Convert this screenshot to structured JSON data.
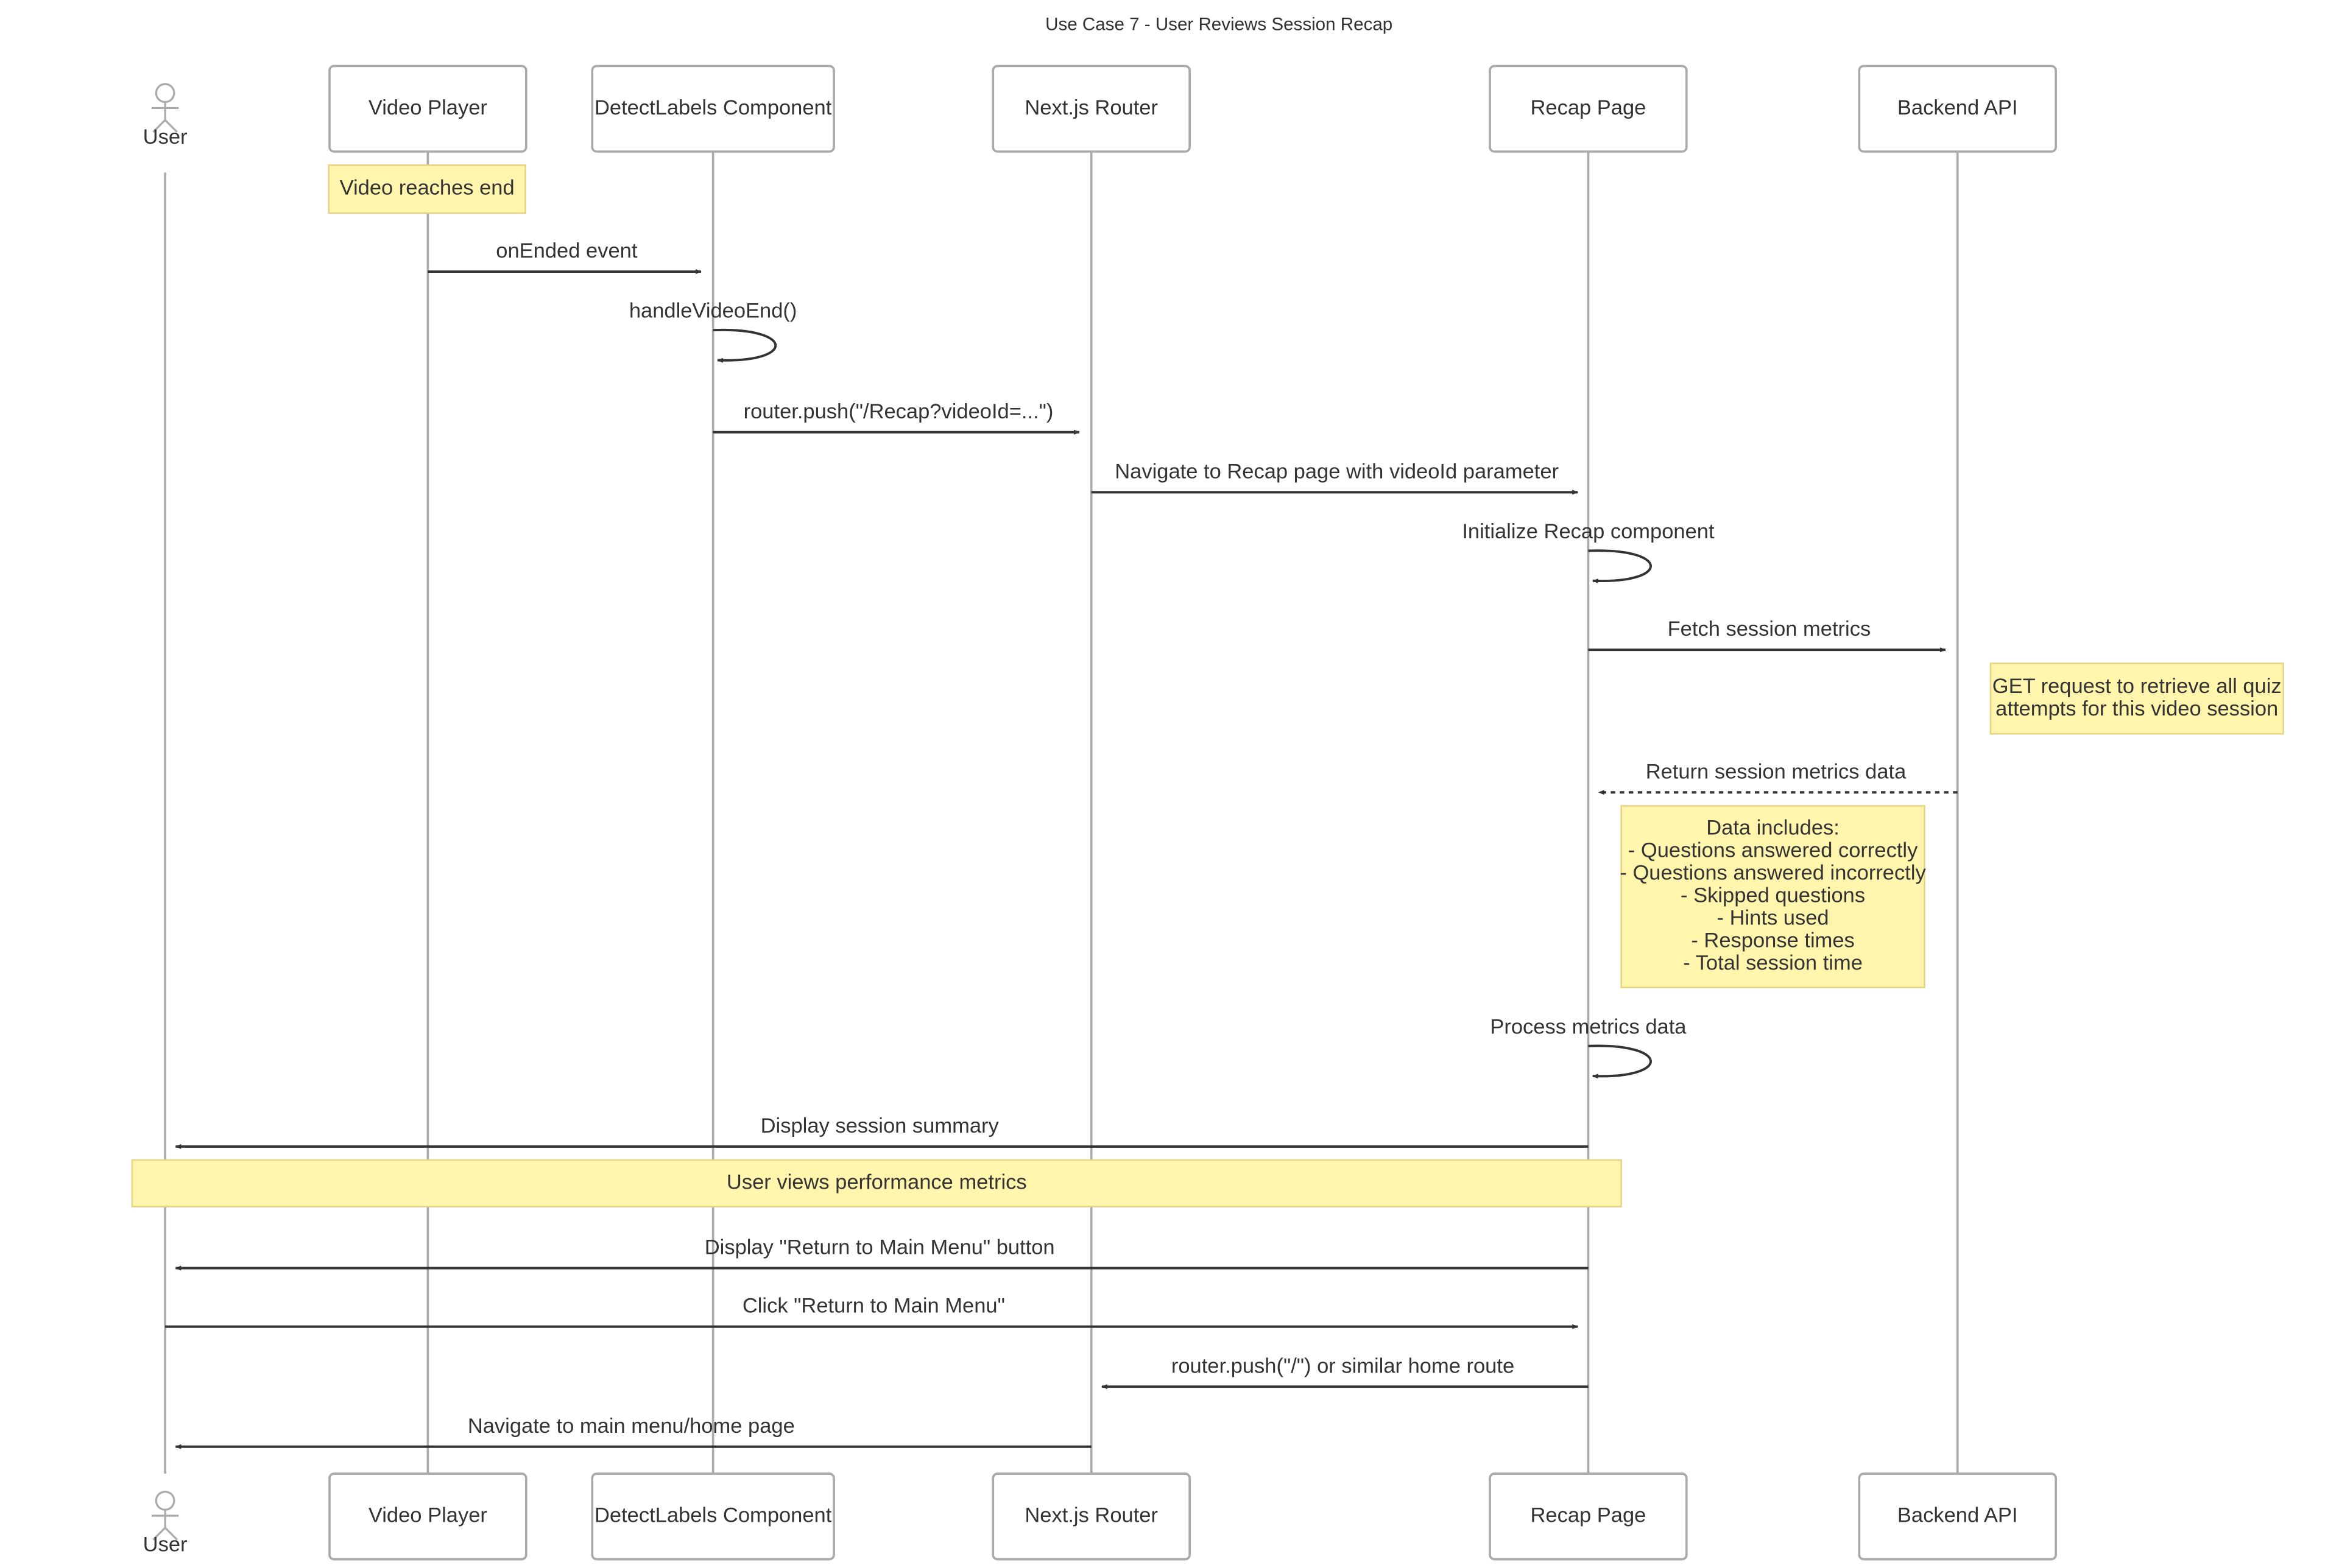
{
  "title": "Use Case 7 - User Reviews Session Recap",
  "actor": {
    "label": "User"
  },
  "participants": [
    {
      "label": "Video Player"
    },
    {
      "label": "DetectLabels Component"
    },
    {
      "label": "Next.js Router"
    },
    {
      "label": "Recap Page"
    },
    {
      "label": "Backend API"
    }
  ],
  "notes": [
    {
      "lines": [
        "Video reaches end"
      ]
    },
    {
      "lines": [
        "GET request to retrieve all quiz",
        "attempts for this video session"
      ]
    },
    {
      "lines": [
        "Data includes:",
        "- Questions answered correctly",
        "- Questions answered incorrectly",
        "- Skipped questions",
        "- Hints used",
        "- Response times",
        "- Total session time"
      ]
    },
    {
      "lines": [
        "User views performance metrics"
      ]
    }
  ],
  "messages": [
    {
      "label": "onEnded event"
    },
    {
      "label": "handleVideoEnd()"
    },
    {
      "label": "router.push(\"/Recap?videoId=...\")"
    },
    {
      "label": "Navigate to Recap page with videoId parameter"
    },
    {
      "label": "Initialize Recap component"
    },
    {
      "label": "Fetch session metrics"
    },
    {
      "label": "Return session metrics data"
    },
    {
      "label": "Process metrics data"
    },
    {
      "label": "Display session summary"
    },
    {
      "label": "Display \"Return to Main Menu\" button"
    },
    {
      "label": "Click \"Return to Main Menu\""
    },
    {
      "label": "router.push(\"/\") or similar home route"
    },
    {
      "label": "Navigate to main menu/home page"
    }
  ],
  "colors": {
    "line": "#aaaaaa",
    "box_fill": "#ffffff",
    "box_stroke": "#aaaaaa",
    "note_fill": "#fff5ad",
    "note_stroke": "#e6d280",
    "arrow": "#333333",
    "text": "#333333"
  }
}
